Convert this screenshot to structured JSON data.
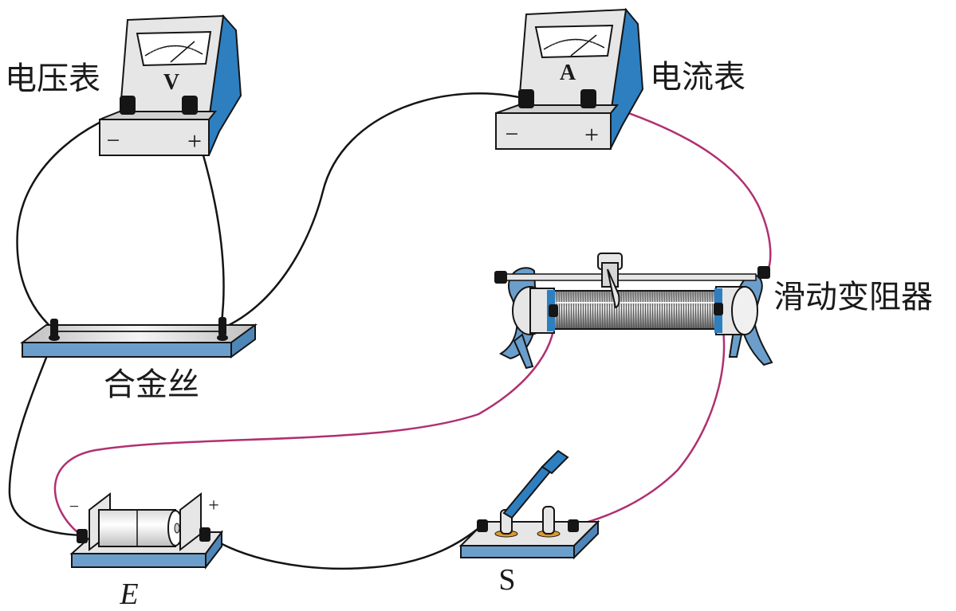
{
  "labels": {
    "voltmeter": "电压表",
    "ammeter": "电流表",
    "rheostat": "滑动变阻器",
    "alloy_wire": "合金丝",
    "battery": "E",
    "switch": "S"
  },
  "meters": {
    "voltmeter_symbol": "V",
    "ammeter_symbol": "A",
    "minus": "−",
    "plus": "+"
  },
  "battery_terminals": {
    "minus": "−",
    "plus": "+"
  },
  "colors": {
    "black_wire": "#151515",
    "pink_wire": "#b03070",
    "meter_blue": "#2e7fc0",
    "base_blue": "#6b9ecb",
    "gray_body": "#e6e6e6"
  }
}
